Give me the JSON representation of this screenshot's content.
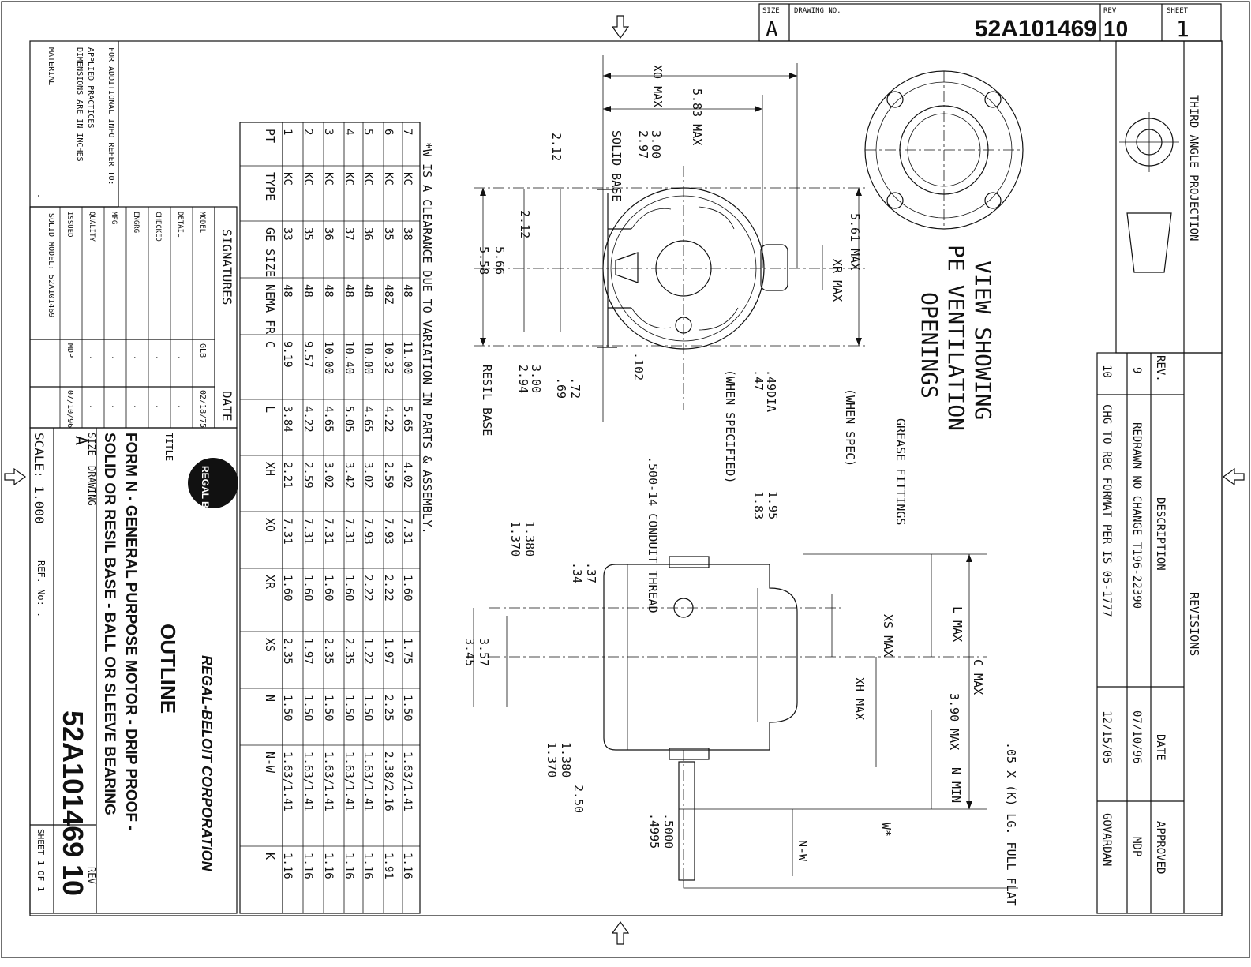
{
  "title_block": {
    "size_label": "SIZE",
    "size_value": "A",
    "drawing_no_label": "DRAWING NO.",
    "drawing_no": "52A101469",
    "rev_label": "REV",
    "rev": "10",
    "sheet_label": "SHEET",
    "sheet": "1"
  },
  "projection": {
    "label": "THIRD ANGLE PROJECTION"
  },
  "revisions": {
    "title": "REVISIONS",
    "headers": [
      "REV.",
      "DESCRIPTION",
      "DATE",
      "APPROVED"
    ],
    "rows": [
      [
        "9",
        "REDRAWN NO CHANGE T196-22390",
        "07/10/96",
        "MDP"
      ],
      [
        "10",
        "CHG TO RBC FORMAT PER IS 05-1777",
        "12/15/05",
        "GOVARDAN"
      ]
    ]
  },
  "notes": {
    "additional_info": "FOR ADDITIONAL INFO REFER TO:",
    "applied_practices": "APPLIED PRACTICES",
    "dimensions": "DIMENSIONS ARE IN INCHES",
    "material": "MATERIAL",
    "material_value": ".",
    "solid_model": "SOLID MODEL: 52A101469"
  },
  "signatures": {
    "title": "SIGNATURES",
    "date_header": "DATE",
    "rows": [
      [
        "MODEL",
        "GLB",
        "02/18/75"
      ],
      [
        "DETAIL",
        ".",
        "."
      ],
      [
        "CHECKED",
        ".",
        "."
      ],
      [
        "ENGRG",
        ".",
        "."
      ],
      [
        "MFG",
        ".",
        "."
      ],
      [
        "QUALITY",
        ".",
        "."
      ],
      [
        "ISSUED",
        "MDP",
        "07/10/96"
      ]
    ]
  },
  "company": {
    "name": "REGAL-BELOIT CORPORATION",
    "logo_text": "REGAL BELOIT"
  },
  "title": {
    "label": "TITLE",
    "line1": "OUTLINE",
    "line2": "FORM N - GENERAL PURPOSE MOTOR - DRIP PROOF -",
    "line3": "SOLID OR RESIL BASE - BALL OR SLEEVE BEARING"
  },
  "bottom_block": {
    "size_label": "SIZE",
    "size": "A",
    "drawing_label": "DRAWING",
    "rev_label": "REV",
    "drawing_no": "52A101469",
    "rev": "10",
    "scale": "SCALE: 1.000",
    "ref": "REF. No: .",
    "sheet": "SHEET 1 OF 1"
  },
  "table": {
    "note": "*W IS A CLEARANCE DUE TO VARIATION IN PARTS & ASSEMBLY.",
    "columns": [
      "PT",
      "TYPE",
      "GE SIZE",
      "NEMA FR",
      "C",
      "L",
      "XH",
      "XO",
      "XR",
      "XS",
      "N",
      "N-W",
      "K"
    ],
    "rows": [
      [
        "7",
        "KC",
        "38",
        "48",
        "11.00",
        "5.65",
        "4.02",
        "7.31",
        "1.60",
        "1.75",
        "1.50",
        "1.63/1.41",
        "1.16"
      ],
      [
        "6",
        "KC",
        "35",
        "48Z",
        "10.32",
        "4.22",
        "2.59",
        "7.93",
        "2.22",
        "1.97",
        "2.25",
        "2.38/2.16",
        "1.91"
      ],
      [
        "5",
        "KC",
        "36",
        "48",
        "10.00",
        "4.65",
        "3.02",
        "7.93",
        "2.22",
        "1.22",
        "1.50",
        "1.63/1.41",
        "1.16"
      ],
      [
        "4",
        "KC",
        "37",
        "48",
        "10.40",
        "5.05",
        "3.42",
        "7.31",
        "1.60",
        "2.35",
        "1.50",
        "1.63/1.41",
        "1.16"
      ],
      [
        "3",
        "KC",
        "36",
        "48",
        "10.00",
        "4.65",
        "3.02",
        "7.31",
        "1.60",
        "2.35",
        "1.50",
        "1.63/1.41",
        "1.16"
      ],
      [
        "2",
        "KC",
        "35",
        "48",
        "9.57",
        "4.22",
        "2.59",
        "7.31",
        "1.60",
        "1.97",
        "1.50",
        "1.63/1.41",
        "1.16"
      ],
      [
        "1",
        "KC",
        "33",
        "48",
        "9.19",
        "3.84",
        "2.21",
        "7.31",
        "1.60",
        "2.35",
        "1.50",
        "1.63/1.41",
        "1.16"
      ]
    ]
  },
  "end_view": {
    "xo_max": "XO MAX",
    "d583": "5.83 MAX",
    "d300": "3.00",
    "d297": "2.97",
    "solid_base": "SOLID BASE",
    "d212a": "2.12",
    "d212b": "2.12",
    "d566": "5.66",
    "d558": "5.58",
    "d561": "5.61 MAX",
    "xr_max": "XR MAX",
    "d102": ".102",
    "d72": ".72",
    "d69": ".69",
    "d300b": "3.00",
    "d294": "2.94",
    "resil_base": "RESIL BASE",
    "dia": ".49DIA",
    "dia47": ".47",
    "when_specified": "(WHEN SPECIFIED)"
  },
  "vent_view": {
    "caption": "VIEW SHOWING PE VENTILATION OPENINGS"
  },
  "side_view": {
    "grease": "GREASE FITTINGS",
    "grease_when": "(WHEN SPEC)",
    "conduit": ".500-14 CONDUIT THREAD",
    "d195": "1.95",
    "d183": "1.83",
    "d1380a": "1.380",
    "d1370a": "1.370",
    "d37": ".37",
    "d34": ".34",
    "d357": "3.57",
    "d345": "3.45",
    "d1380b": "1.380",
    "d1370b": "1.370",
    "d250": "2.50",
    "d5000": ".5000",
    "d4995": ".4995",
    "l_max": "L MAX",
    "xs_max": "XS MAX",
    "xh_max": "XH MAX",
    "c_max": "C MAX",
    "d390": "3.90 MAX",
    "n_min": "N MIN",
    "w": "W*",
    "nw": "N-W",
    "flat": ".05 X (K) LG. FULL FLAT"
  }
}
